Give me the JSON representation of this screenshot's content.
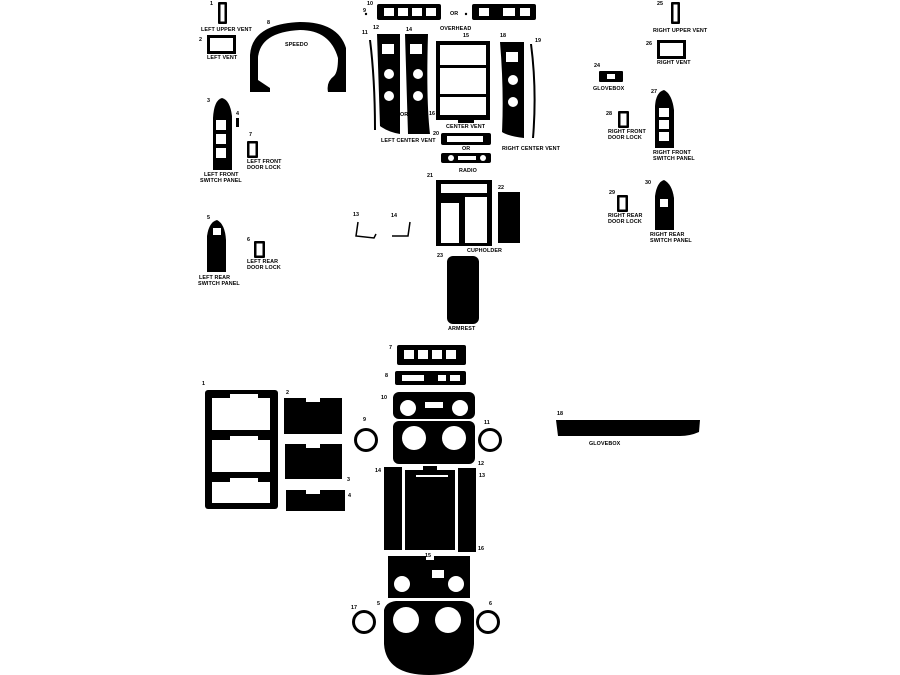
{
  "colors": {
    "part": "#000000",
    "background": "#ffffff"
  },
  "labels": {
    "left_upper_vent": "LEFT UPPER VENT",
    "left_vent": "LEFT VENT",
    "speedo": "SPEEDO",
    "left_front_switch_panel_1": "LEFT FRONT",
    "left_front_switch_panel_2": "SWITCH PANEL",
    "left_front_door_lock_1": "LEFT FRONT",
    "left_front_door_lock_2": "DOOR LOCK",
    "left_rear_switch_panel_1": "LEFT REAR",
    "left_rear_switch_panel_2": "SWITCH PANEL",
    "left_rear_door_lock_1": "LEFT REAR",
    "left_rear_door_lock_2": "DOOR LOCK",
    "overhead": "OVERHEAD",
    "or_top": "OR",
    "or_left_vent": "OR",
    "or_radio": "OR",
    "left_center_vent": "LEFT CENTER VENT",
    "center_vent": "CENTER VENT",
    "right_center_vent": "RIGHT CENTER VENT",
    "radio": "RADIO",
    "cupholder": "CUPHOLDER",
    "armrest": "ARMREST",
    "right_upper_vent": "RIGHT UPPER VENT",
    "right_vent": "RIGHT VENT",
    "glovebox_top": "GLOVEBOX",
    "right_front_door_lock_1": "RIGHT FRONT",
    "right_front_door_lock_2": "DOOR LOCK",
    "right_front_switch_panel_1": "RIGHT FRONT",
    "right_front_switch_panel_2": "SWITCH PANEL",
    "right_rear_door_lock_1": "RIGHT REAR",
    "right_rear_door_lock_2": "DOOR LOCK",
    "right_rear_switch_panel_1": "RIGHT REAR",
    "right_rear_switch_panel_2": "SWITCH PANEL",
    "glovebox_bottom": "GLOVEBOX"
  },
  "numbers": {
    "n1": "1",
    "n2": "2",
    "n3": "3",
    "n4": "4",
    "n5": "5",
    "n6": "6",
    "n7": "7",
    "n8": "8",
    "n9": "9",
    "n10": "10",
    "n11": "11",
    "n12": "12",
    "n13": "13",
    "n14": "14",
    "n15": "15",
    "n16": "16",
    "n17": "17",
    "n18": "18",
    "n19": "19",
    "n20": "20",
    "n21": "21",
    "n22": "22",
    "n23": "23",
    "n24": "24",
    "n25": "25",
    "n26": "26",
    "n27": "27",
    "n28": "28",
    "n29": "29",
    "n30": "30",
    "b1": "1",
    "b2": "2",
    "b3": "3",
    "b4": "4",
    "b5": "5",
    "b6": "6",
    "b7": "7",
    "b8": "8",
    "b9": "9",
    "b10": "10",
    "b11": "11",
    "b12": "12",
    "b13": "13",
    "b14": "14",
    "b15": "15",
    "b16": "16",
    "b17": "17",
    "b18": "18"
  }
}
